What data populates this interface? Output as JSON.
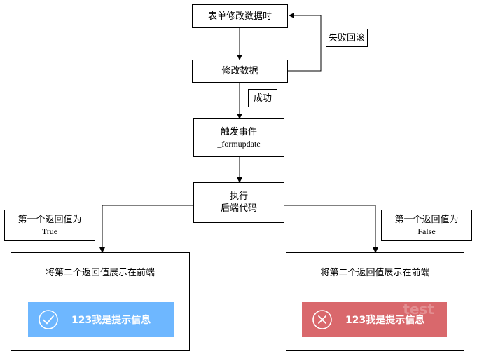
{
  "nodes": {
    "modify_when": "表单修改数据时",
    "modify": "修改数据",
    "fail": "失败回滚",
    "success": "成功",
    "trigger_line1": "触发事件",
    "trigger_line2": "_formupdate",
    "exec_line1": "执行",
    "exec_line2": "后端代码",
    "first_true_line1": "第一个返回值为",
    "first_true_line2": "True",
    "first_false_line1": "第一个返回值为",
    "first_false_line2": "False"
  },
  "panels": {
    "left_title": "将第二个返回值展示在前端",
    "right_title": "将第二个返回值展示在前端",
    "left_toast": "123我是提示信息",
    "right_toast": "123我是提示信息",
    "right_ghost": "test"
  },
  "colors": {
    "success_toast": "#6eb7ff",
    "error_toast": "#d9686c"
  },
  "icons": {
    "success": "check-circle-icon",
    "error": "x-circle-icon"
  }
}
